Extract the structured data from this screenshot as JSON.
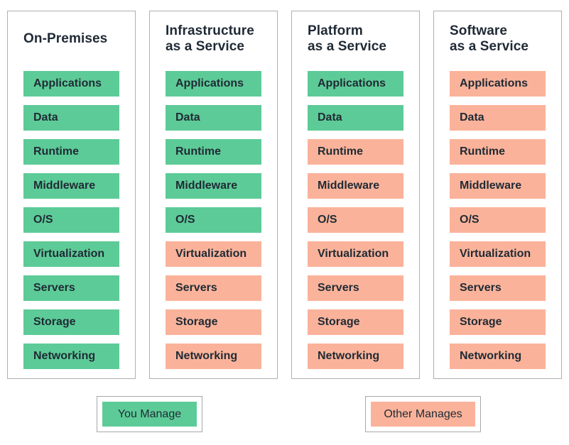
{
  "colors": {
    "you_manage": "#5dcb97",
    "other_manages": "#fab39a",
    "text": "#1f2a35",
    "border": "#b0b0b0"
  },
  "columns": [
    {
      "title": "On-Premises",
      "items": [
        {
          "label": "Applications",
          "owner": "you"
        },
        {
          "label": "Data",
          "owner": "you"
        },
        {
          "label": "Runtime",
          "owner": "you"
        },
        {
          "label": "Middleware",
          "owner": "you"
        },
        {
          "label": "O/S",
          "owner": "you"
        },
        {
          "label": "Virtualization",
          "owner": "you"
        },
        {
          "label": "Servers",
          "owner": "you"
        },
        {
          "label": "Storage",
          "owner": "you"
        },
        {
          "label": "Networking",
          "owner": "you"
        }
      ]
    },
    {
      "title": "Infrastructure\nas a Service",
      "items": [
        {
          "label": "Applications",
          "owner": "you"
        },
        {
          "label": "Data",
          "owner": "you"
        },
        {
          "label": "Runtime",
          "owner": "you"
        },
        {
          "label": "Middleware",
          "owner": "you"
        },
        {
          "label": "O/S",
          "owner": "you"
        },
        {
          "label": "Virtualization",
          "owner": "other"
        },
        {
          "label": "Servers",
          "owner": "other"
        },
        {
          "label": "Storage",
          "owner": "other"
        },
        {
          "label": "Networking",
          "owner": "other"
        }
      ]
    },
    {
      "title": "Platform\nas a Service",
      "items": [
        {
          "label": "Applications",
          "owner": "you"
        },
        {
          "label": "Data",
          "owner": "you"
        },
        {
          "label": "Runtime",
          "owner": "other"
        },
        {
          "label": "Middleware",
          "owner": "other"
        },
        {
          "label": "O/S",
          "owner": "other"
        },
        {
          "label": "Virtualization",
          "owner": "other"
        },
        {
          "label": "Servers",
          "owner": "other"
        },
        {
          "label": "Storage",
          "owner": "other"
        },
        {
          "label": "Networking",
          "owner": "other"
        }
      ]
    },
    {
      "title": "Software\nas a Service",
      "items": [
        {
          "label": "Applications",
          "owner": "other"
        },
        {
          "label": "Data",
          "owner": "other"
        },
        {
          "label": "Runtime",
          "owner": "other"
        },
        {
          "label": "Middleware",
          "owner": "other"
        },
        {
          "label": "O/S",
          "owner": "other"
        },
        {
          "label": "Virtualization",
          "owner": "other"
        },
        {
          "label": "Servers",
          "owner": "other"
        },
        {
          "label": "Storage",
          "owner": "other"
        },
        {
          "label": "Networking",
          "owner": "other"
        }
      ]
    }
  ],
  "legend": {
    "you_manage": {
      "label": "You Manage"
    },
    "other_manages": {
      "label": "Other Manages"
    }
  }
}
